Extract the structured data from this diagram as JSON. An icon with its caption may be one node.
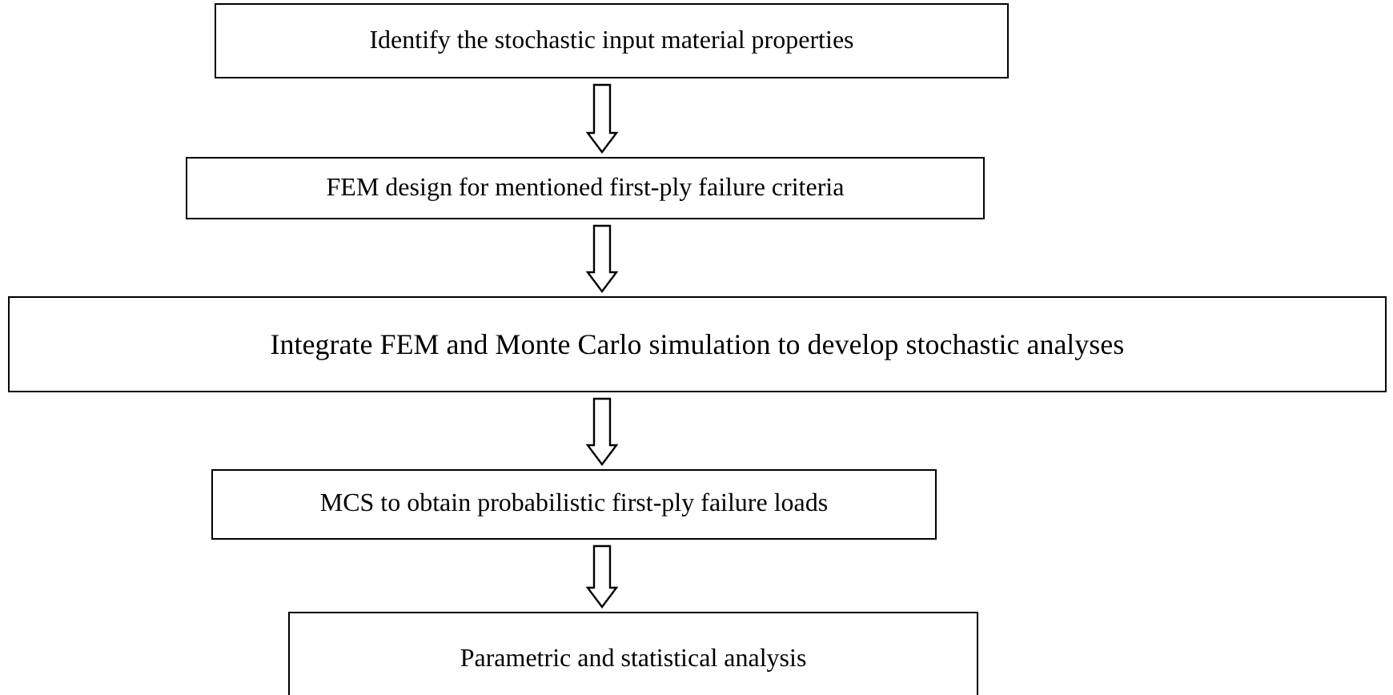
{
  "diagram": {
    "nodes": [
      {
        "text": [
          "Identify the stochastic input material properties"
        ]
      },
      {
        "text": [
          "FEM design for mentioned first-ply failure criteria"
        ]
      },
      {
        "text": [
          "Integrate FEM and Monte Carlo simulation to develop stochastic analyses"
        ]
      },
      {
        "text": [
          "MCS to obtain probabilistic first-ply failure loads"
        ]
      },
      {
        "text": [
          "Parametric and statistical analysis"
        ]
      }
    ],
    "edges": [
      {
        "from": 0,
        "to": 1,
        "arrow": "to"
      },
      {
        "from": 1,
        "to": 2,
        "arrow": "to"
      },
      {
        "from": 2,
        "to": 3,
        "arrow": "to"
      },
      {
        "from": 3,
        "to": 4,
        "arrow": "to"
      }
    ]
  }
}
